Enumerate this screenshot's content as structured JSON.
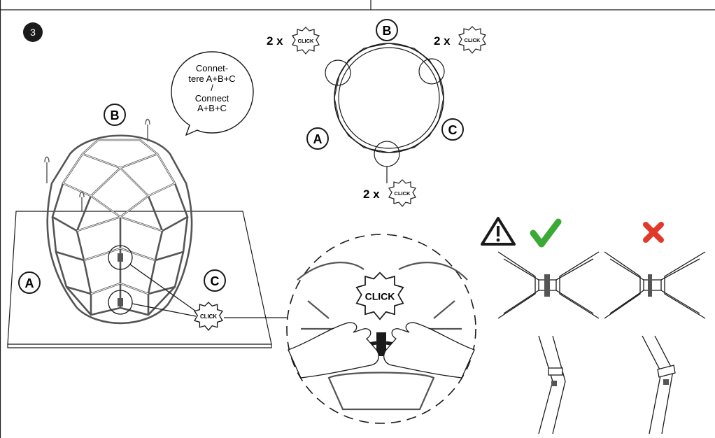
{
  "step": {
    "number": "3"
  },
  "speech_bubble": {
    "lines": [
      "Connet-",
      "tere A+B+C",
      "/",
      "Connect",
      "A+B+C"
    ]
  },
  "parts": {
    "a": "A",
    "b": "B",
    "c": "C"
  },
  "click": {
    "label": "CLICK",
    "multiplier": "2 x"
  },
  "icons": {
    "step": "step-number-badge",
    "warning": "warning-triangle-icon",
    "correct": "check-mark-icon",
    "wrong": "cross-mark-icon",
    "click": "click-burst-icon"
  },
  "colors": {
    "line": "#1a1a1a",
    "check": "#3aa935",
    "cross": "#e23a2a"
  }
}
